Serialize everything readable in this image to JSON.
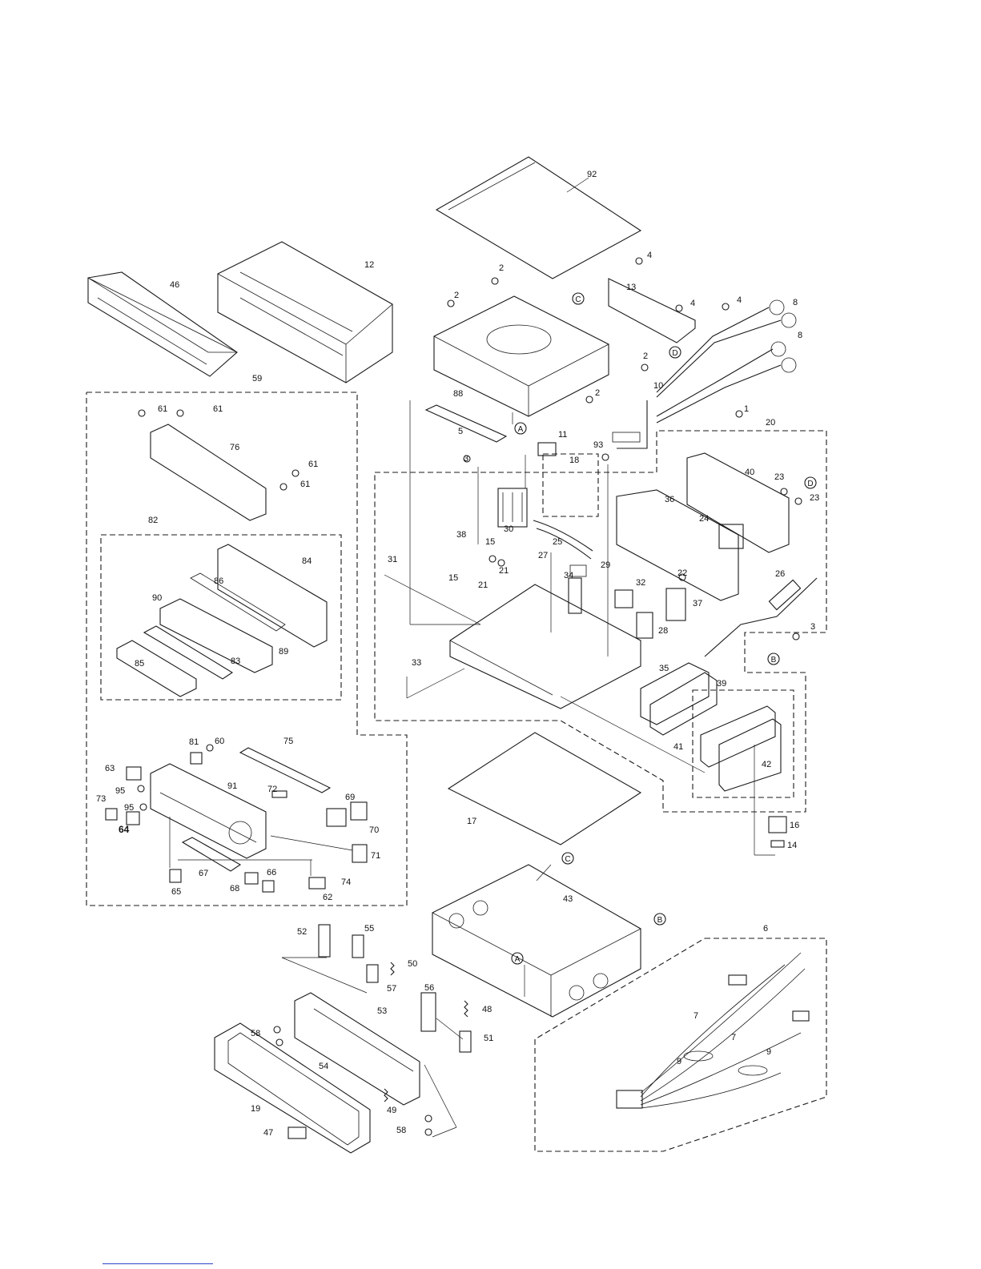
{
  "diagram": {
    "callouts": {
      "c1": "1",
      "c2a": "2",
      "c2b": "2",
      "c2c": "2",
      "c2d": "2",
      "c3a": "3",
      "c3b": "3",
      "c4a": "4",
      "c4b": "4",
      "c4c": "4",
      "c5": "5",
      "c6": "6",
      "c7a": "7",
      "c7b": "7",
      "c8a": "8",
      "c8b": "8",
      "c9a": "9",
      "c9b": "9",
      "c10": "10",
      "c11": "11",
      "c12": "12",
      "c13": "13",
      "c14": "14",
      "c15a": "15",
      "c15b": "15",
      "c16": "16",
      "c17": "17",
      "c18": "18",
      "c19": "19",
      "c20": "20",
      "c21a": "21",
      "c21b": "21",
      "c22": "22",
      "c23a": "23",
      "c23b": "23",
      "c24": "24",
      "c25": "25",
      "c26": "26",
      "c27": "27",
      "c28": "28",
      "c29": "29",
      "c30": "30",
      "c31": "31",
      "c32": "32",
      "c33": "33",
      "c34": "34",
      "c35": "35",
      "c36": "36",
      "c37": "37",
      "c38": "38",
      "c39": "39",
      "c40": "40",
      "c41": "41",
      "c42": "42",
      "c43": "43",
      "c46": "46",
      "c47": "47",
      "c48": "48",
      "c49": "49",
      "c50": "50",
      "c51": "51",
      "c52": "52",
      "c53": "53",
      "c54": "54",
      "c55": "55",
      "c56": "56",
      "c57": "57",
      "c58a": "58",
      "c58b": "58",
      "c59": "59",
      "c60": "60",
      "c61a": "61",
      "c61b": "61",
      "c61c": "61",
      "c61d": "61",
      "c62": "62",
      "c63": "63",
      "c64": "64",
      "c65": "65",
      "c66": "66",
      "c67": "67",
      "c68": "68",
      "c69": "69",
      "c70": "70",
      "c71": "71",
      "c72": "72",
      "c73": "73",
      "c74": "74",
      "c75": "75",
      "c76": "76",
      "c81": "81",
      "c82": "82",
      "c83": "83",
      "c84": "84",
      "c85": "85",
      "c86": "86",
      "c88": "88",
      "c89": "89",
      "c90": "90",
      "c91": "91",
      "c92": "92",
      "c93": "93",
      "c95a": "95",
      "c95b": "95"
    },
    "reference_markers": {
      "A1": "A",
      "A2": "A",
      "B1": "B",
      "B2": "B",
      "C1": "C",
      "C2": "C",
      "D1": "D",
      "D2": "D"
    }
  }
}
